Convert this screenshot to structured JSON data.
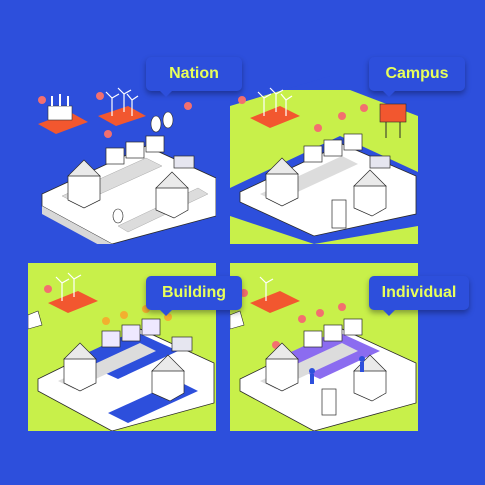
{
  "labels": {
    "nation": "Nation",
    "campus": "Campus",
    "building": "Building",
    "individual": "Individual"
  },
  "colors": {
    "page_background": "#2d4fdc",
    "label_text": "#e8ff5a",
    "panel_nation_bg": "#2d4fdc",
    "panel_lime_bg": "#c8f04a",
    "highlight_block": "#2d4fdc",
    "highlight_purple": "#8b6cf0",
    "solar_farm": "#f2572f"
  },
  "panels": [
    {
      "id": "nation",
      "background": "blue"
    },
    {
      "id": "campus",
      "background": "lime"
    },
    {
      "id": "building",
      "background": "lime"
    },
    {
      "id": "individual",
      "background": "lime"
    }
  ]
}
